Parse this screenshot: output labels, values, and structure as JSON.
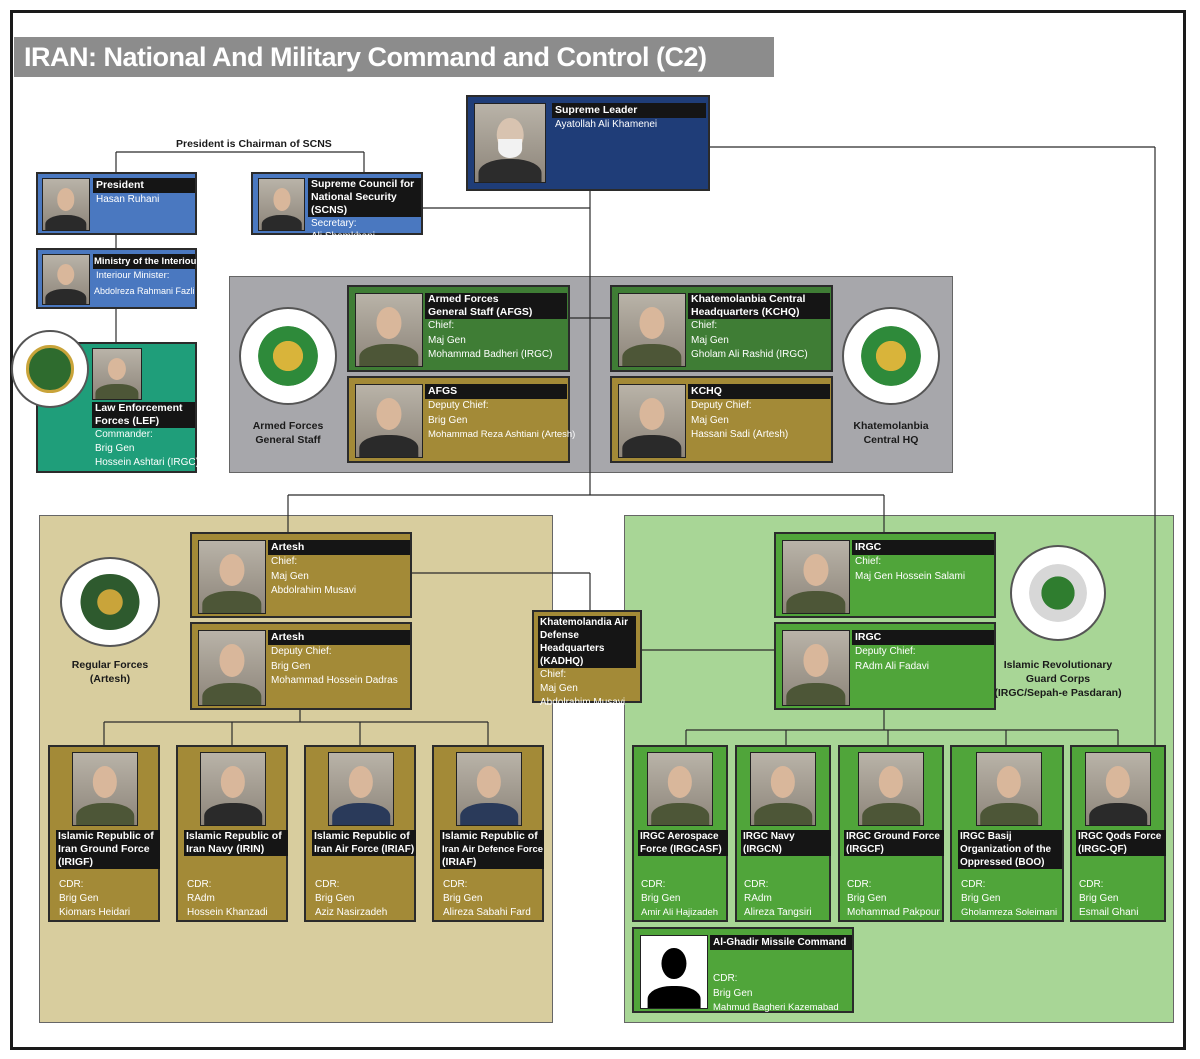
{
  "title": "IRAN: National And Military Command and Control (C2)",
  "note": "President is Chairman of SCNS",
  "supreme_leader": {
    "header": "Supreme Leader",
    "name": "Ayatollah Ali Khamenei"
  },
  "president": {
    "header": "President",
    "name": "Hasan Ruhani"
  },
  "scns": {
    "header_line1": "Supreme Council for",
    "header_line2": "National Security (SCNS)",
    "role": "Secretary:",
    "name": "Ali Shamkhani"
  },
  "interior": {
    "header": "Ministry of the Interiour",
    "role": "Interiour Minister:",
    "name": "Abdolreza Rahmani Fazli"
  },
  "lef": {
    "header_line1": "Law Enforcement",
    "header_line2": "Forces (LEF)",
    "role": "Commander:",
    "rank": "Brig Gen",
    "name": "Hossein Ashtari (IRGC)"
  },
  "afgs_chief": {
    "header_line1": "Armed Forces",
    "header_line2": "General Staff (AFGS)",
    "role": "Chief:",
    "rank": "Maj Gen",
    "name": "Mohammad Badheri (IRGC)"
  },
  "afgs_deputy": {
    "header": "AFGS",
    "role": "Deputy Chief:",
    "rank": "Brig Gen",
    "name": "Mohammad Reza Ashtiani (Artesh)"
  },
  "kchq_chief": {
    "header_line1": "Khatemolanbia Central",
    "header_line2": "Headquarters (KCHQ)",
    "role": "Chief:",
    "rank": "Maj Gen",
    "name": "Gholam Ali Rashid (IRGC)"
  },
  "kchq_deputy": {
    "header": "KCHQ",
    "role": "Deputy Chief:",
    "rank": "Maj Gen",
    "name": "Hassani Sadi (Artesh)"
  },
  "emblem_labels": {
    "afgs_line1": "Armed Forces",
    "afgs_line2": "General Staff",
    "kchq_line1": "Khatemolanbia",
    "kchq_line2": "Central HQ",
    "artesh_line1": "Regular Forces",
    "artesh_line2": "(Artesh)",
    "irgc_line1": "Islamic Revolutionary",
    "irgc_line2": "Guard Corps",
    "irgc_line3": "(IRGC/Sepah-e Pasdaran)"
  },
  "artesh_chief": {
    "header": "Artesh",
    "role": "Chief:",
    "rank": "Maj Gen",
    "name": "Abdolrahim Musavi"
  },
  "artesh_deputy": {
    "header": "Artesh",
    "role": "Deputy Chief:",
    "rank": "Brig Gen",
    "name": "Mohammad Hossein Dadras"
  },
  "kadhq": {
    "header_line1": "Khatemolandia Air",
    "header_line2": "Defense Headquarters",
    "header_line3": "(KADHQ)",
    "role": "Chief:",
    "rank": "Maj Gen",
    "name": "Abdolrahim Musavi"
  },
  "irgc_chief": {
    "header": "IRGC",
    "role": "Chief:",
    "name": "Maj Gen Hossein Salami"
  },
  "irgc_deputy": {
    "header": "IRGC",
    "role": "Deputy Chief:",
    "name": "RAdm Ali Fadavi"
  },
  "artesh_forces": [
    {
      "header_line1": "Islamic Republic of",
      "header_line2": "Iran Ground Force",
      "header_line3": "(IRIGF)",
      "role": "CDR:",
      "rank": "Brig Gen",
      "name": "Kiomars Heidari"
    },
    {
      "header_line1": "Islamic Republic of",
      "header_line2": "Iran Navy (IRIN)",
      "header_line3": "",
      "role": "CDR:",
      "rank": "RAdm",
      "name": "Hossein Khanzadi"
    },
    {
      "header_line1": "Islamic Republic of",
      "header_line2": "Iran Air Force (IRIAF)",
      "header_line3": "",
      "role": "CDR:",
      "rank": "Brig Gen",
      "name": "Aziz Nasirzadeh"
    },
    {
      "header_line1": "Islamic Republic of",
      "header_line2": "Iran Air Defence Force",
      "header_line3": "(IRIAF)",
      "role": "CDR:",
      "rank": "Brig Gen",
      "name": "Alireza Sabahi Fard"
    }
  ],
  "irgc_forces": [
    {
      "header_line1": "IRGC Aerospace",
      "header_line2": "Force (IRGCASF)",
      "header_line3": "",
      "role": "CDR:",
      "rank": "Brig Gen",
      "name": "Amir Ali Hajizadeh"
    },
    {
      "header_line1": "IRGC Navy",
      "header_line2": "(IRGCN)",
      "header_line3": "",
      "role": "CDR:",
      "rank": "RAdm",
      "name": "Alireza Tangsiri"
    },
    {
      "header_line1": "IRGC Ground Force",
      "header_line2": "(IRGCF)",
      "header_line3": "",
      "role": "CDR:",
      "rank": "Brig Gen",
      "name": "Mohammad Pakpour"
    },
    {
      "header_line1": "IRGC Basij",
      "header_line2": "Organization of the",
      "header_line3": "Oppressed (BOO)",
      "role": "CDR:",
      "rank": "Brig Gen",
      "name": "Gholamreza Soleimani"
    },
    {
      "header_line1": "IRGC Qods Force",
      "header_line2": "(IRGC-QF)",
      "header_line3": "",
      "role": "CDR:",
      "rank": "Brig Gen",
      "name": "Esmail Ghani"
    }
  ],
  "missile": {
    "header": "Al-Ghadir Missile Command",
    "role": "CDR:",
    "rank": "Brig Gen",
    "name": "Mahmud Bagheri Kazemabad"
  },
  "colors": {
    "navy": "#1f3d78",
    "blue": "#4a78c0",
    "dark_green": "#3f7d35",
    "gold": "#a38a37",
    "green": "#50a53a",
    "teal": "#1f9e7a",
    "artesh_region": "#d8cd9e",
    "irgc_region": "#a8d696",
    "afgs_region": "#a7a7ab"
  }
}
